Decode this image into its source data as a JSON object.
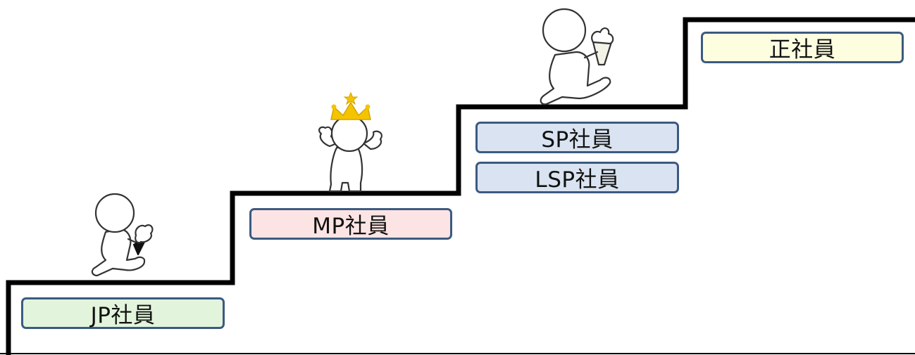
{
  "ranks": [
    {
      "key": "jp",
      "label": "JP社員",
      "color": "#e2f4dc"
    },
    {
      "key": "mp",
      "label": "MP社員",
      "color": "#fde4e4"
    },
    {
      "key": "sp",
      "label": "SP社員",
      "color": "#dae3f1"
    },
    {
      "key": "lsp",
      "label": "LSP社員",
      "color": "#dae3f1"
    },
    {
      "key": "sei",
      "label": "正社員",
      "color": "#fdfde0"
    }
  ],
  "colors": {
    "stairs": "#000000",
    "box_border": "#3c5a80",
    "crown": "#f5c400",
    "figure_fill": "#ffffff",
    "figure_stroke": "#333333"
  },
  "icons": [
    "ice-cream-figure-icon",
    "crowned-figure-icon",
    "ice-cream-figure-icon"
  ]
}
